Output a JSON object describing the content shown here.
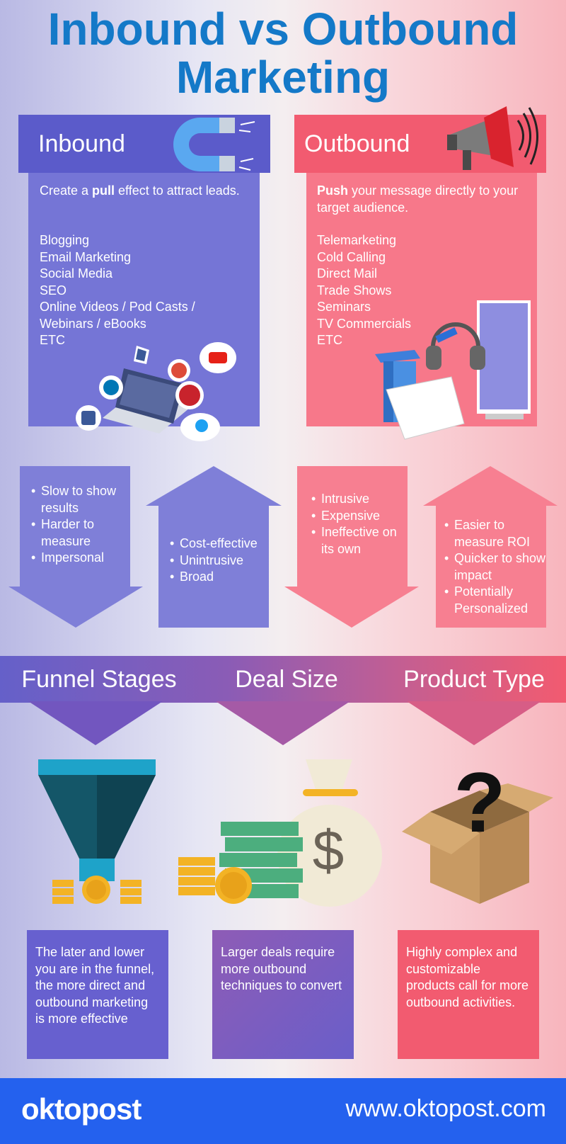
{
  "title": {
    "line1": "Inbound vs Outbound",
    "line2": "Marketing"
  },
  "inbound": {
    "heading": "Inbound",
    "intro_pre": "Create a ",
    "intro_bold": "pull",
    "intro_post": " effect to attract leads.",
    "items": [
      "Blogging",
      "Email Marketing",
      "Social Media",
      "SEO",
      "Online Videos / Pod Casts /",
      "Webinars / eBooks",
      "ETC"
    ],
    "cons": [
      "Slow to show results",
      "Harder to measure",
      "Impersonal"
    ],
    "pros": [
      "Cost-effective",
      "Unintrusive",
      "Broad"
    ]
  },
  "outbound": {
    "heading": "Outbound",
    "intro_bold": "Push",
    "intro_post": " your message directly to your target audience.",
    "items": [
      "Telemarketing",
      "Cold Calling",
      "Direct Mail",
      "Trade Shows",
      "Seminars",
      "TV Commercials",
      "ETC"
    ],
    "cons": [
      "Intrusive",
      "Expensive",
      "Ineffective on its own"
    ],
    "pros": [
      "Easier to measure ROI",
      "Quicker to show impact",
      "Potentially Personalized"
    ]
  },
  "factors": [
    {
      "label": "Funnel Stages",
      "text": "The later and lower you are in the funnel, the more direct and outbound marketing is more effective"
    },
    {
      "label": "Deal Size",
      "text": "Larger deals require more outbound techniques to convert"
    },
    {
      "label": "Product Type",
      "text": "Highly complex and customizable products call for more outbound activities."
    }
  ],
  "footer": {
    "logo": "oktopost",
    "url": "www.oktopost.com"
  },
  "colors": {
    "title": "#1479c8",
    "inbound": "#6a6ad2",
    "inbound_dark": "#5a5ac8",
    "outbound": "#f56d80",
    "outbound_dark": "#f25b70",
    "footer": "#2461ee"
  },
  "icons": [
    "magnet-icon",
    "megaphone-icon",
    "social-media-icons",
    "trade-show-icon",
    "funnel-icon",
    "money-bag-icon",
    "mystery-box-icon",
    "oktopost-logo"
  ]
}
